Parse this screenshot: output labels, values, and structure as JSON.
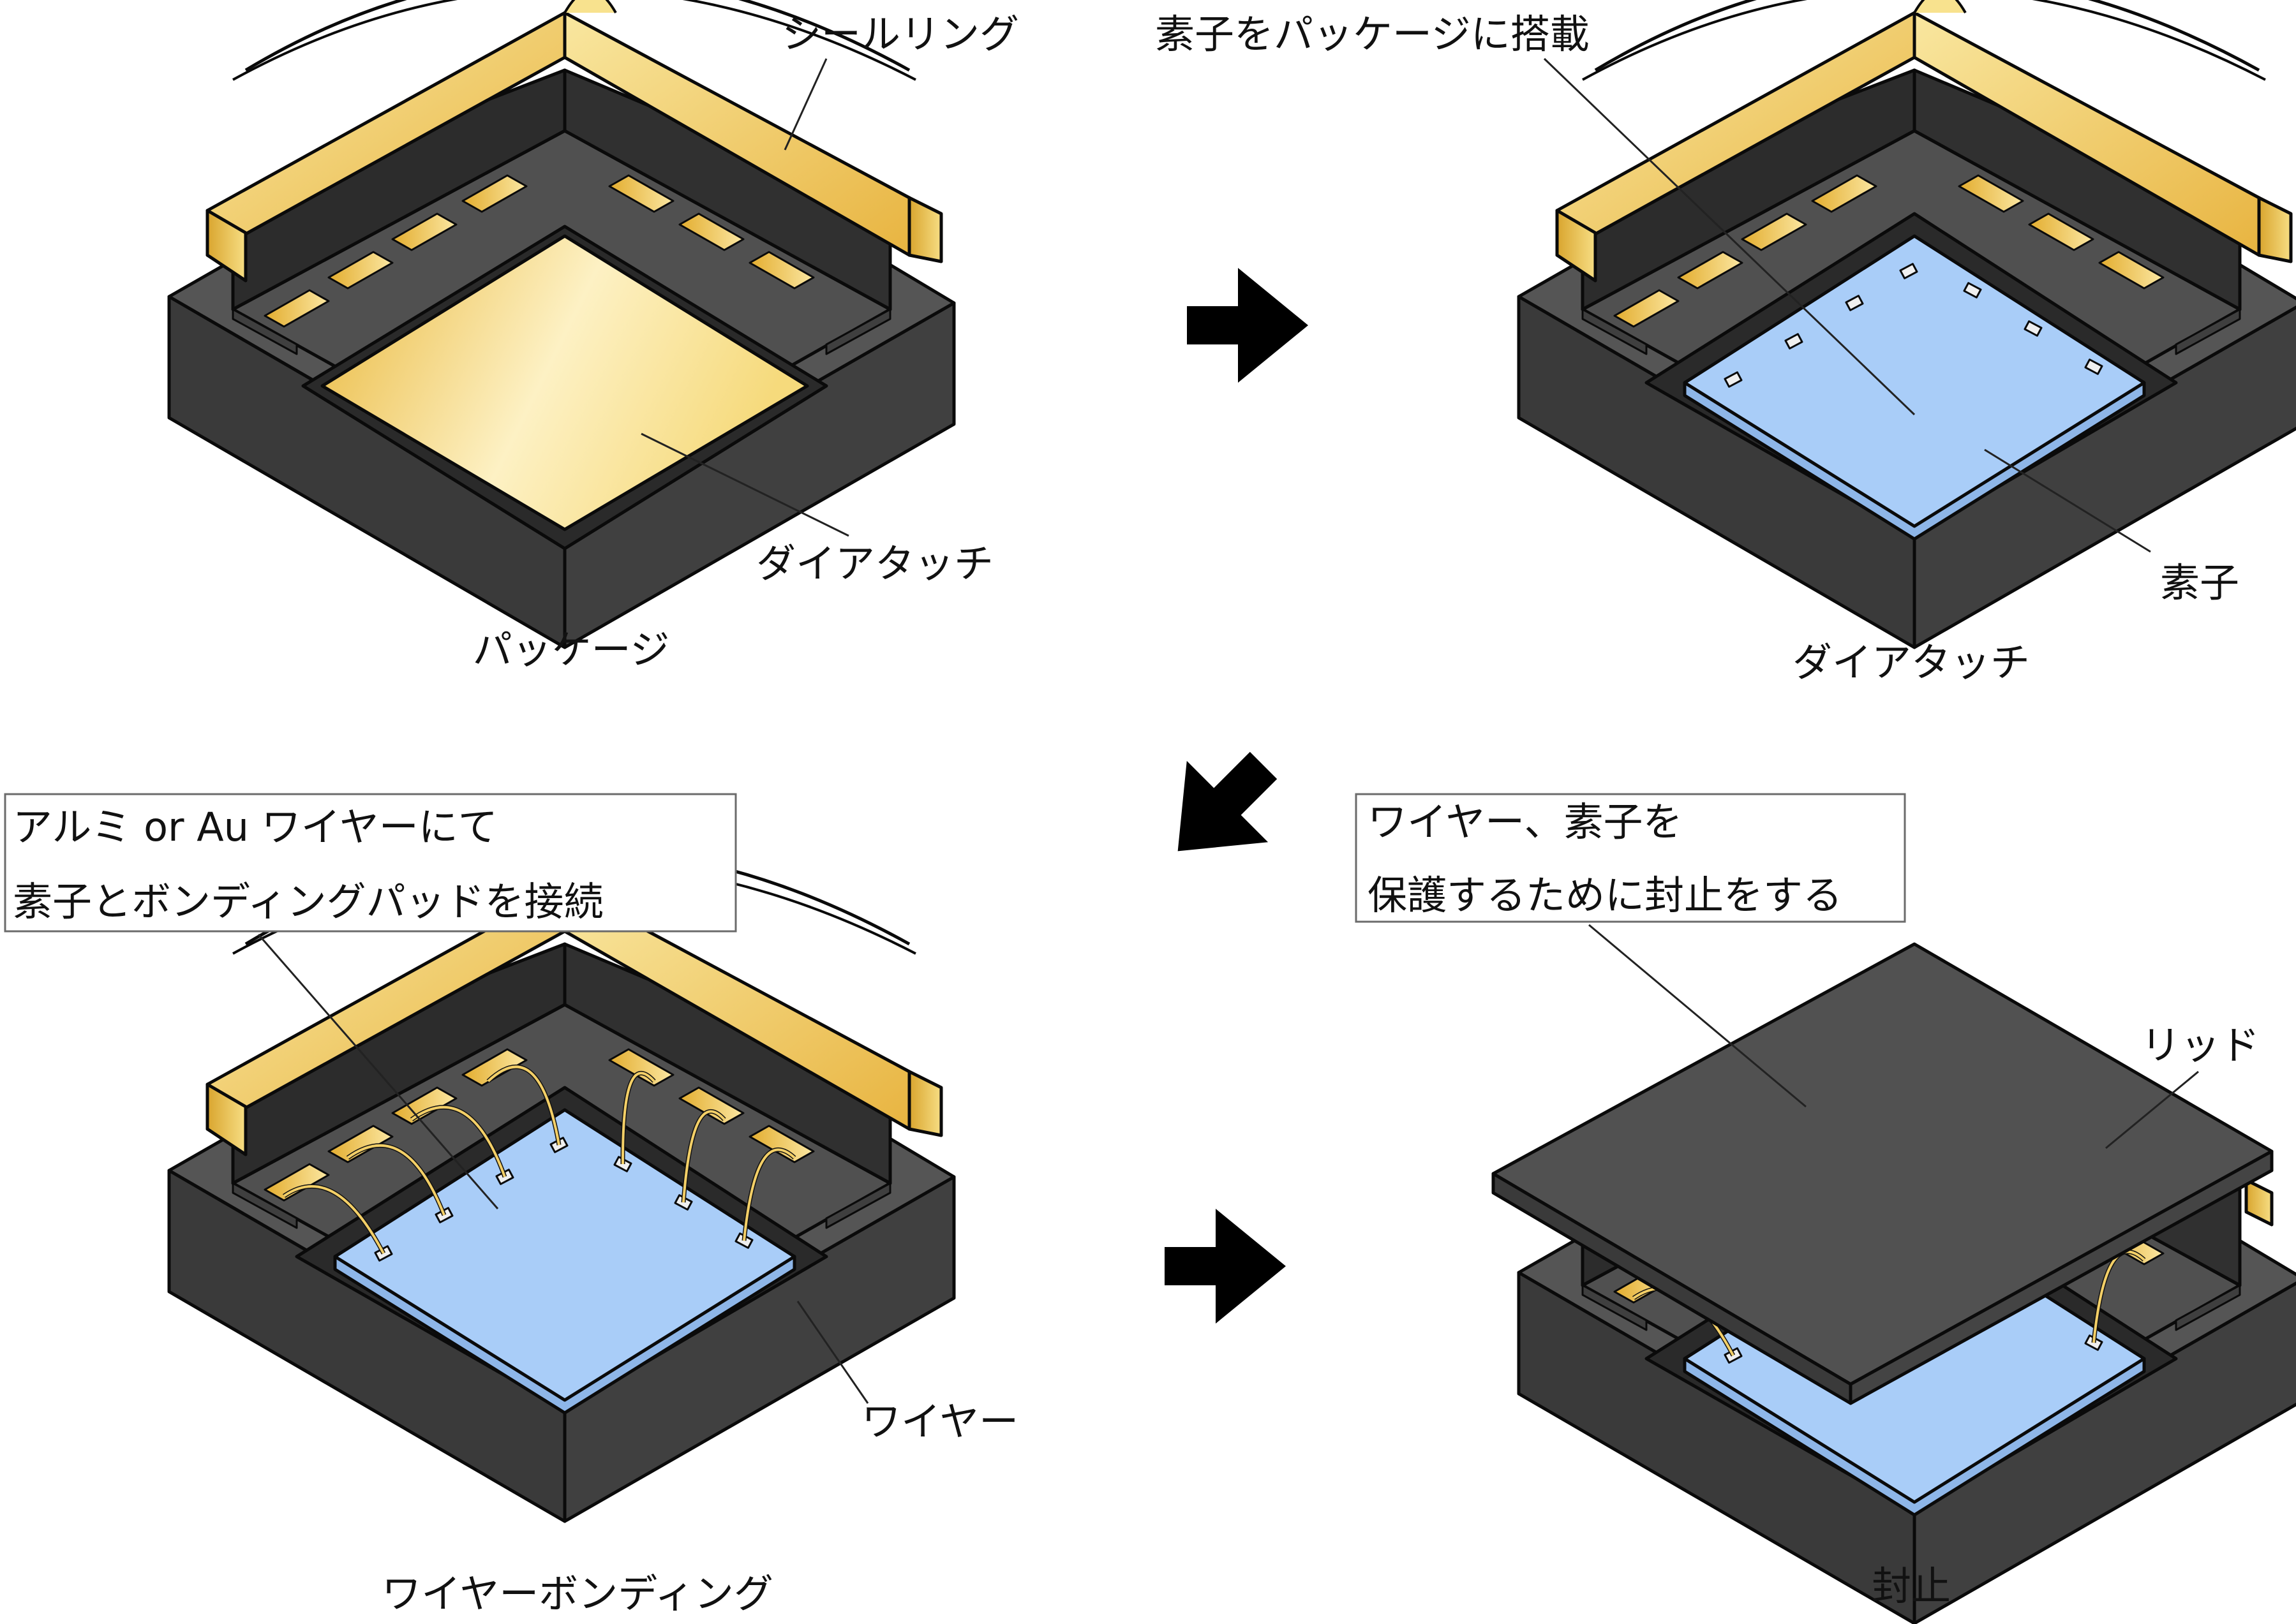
{
  "steps": [
    {
      "caption": "パッケージ",
      "labels": {
        "seal_ring": "シールリング",
        "die_attach": "ダイアタッチ"
      }
    },
    {
      "caption": "ダイアタッチ",
      "labels": {
        "mount": "素子をパッケージに搭載",
        "element": "素子"
      }
    },
    {
      "caption": "ワイヤーボンディング",
      "labels": {
        "note_line1": "アルミ or Au ワイヤーにて",
        "note_line2": "素子とボンディングパッドを接続",
        "wire": "ワイヤー"
      }
    },
    {
      "caption": "封止",
      "labels": {
        "note_line1": "ワイヤー、素子を",
        "note_line2": "保護するために封止をする",
        "lid": "リッド"
      }
    }
  ],
  "colors": {
    "package_body": "#3a3a3a",
    "package_top": "#555555",
    "package_inner_wall": "#2c2c2c",
    "gold": "#f0c850",
    "gold_light": "#fbeab0",
    "chip": "#a9cdf8",
    "lid": "#505050",
    "arrow": "#000000"
  },
  "icons": [
    "arrow-right-icon",
    "arrow-down-left-icon",
    "arrow-right-icon"
  ]
}
